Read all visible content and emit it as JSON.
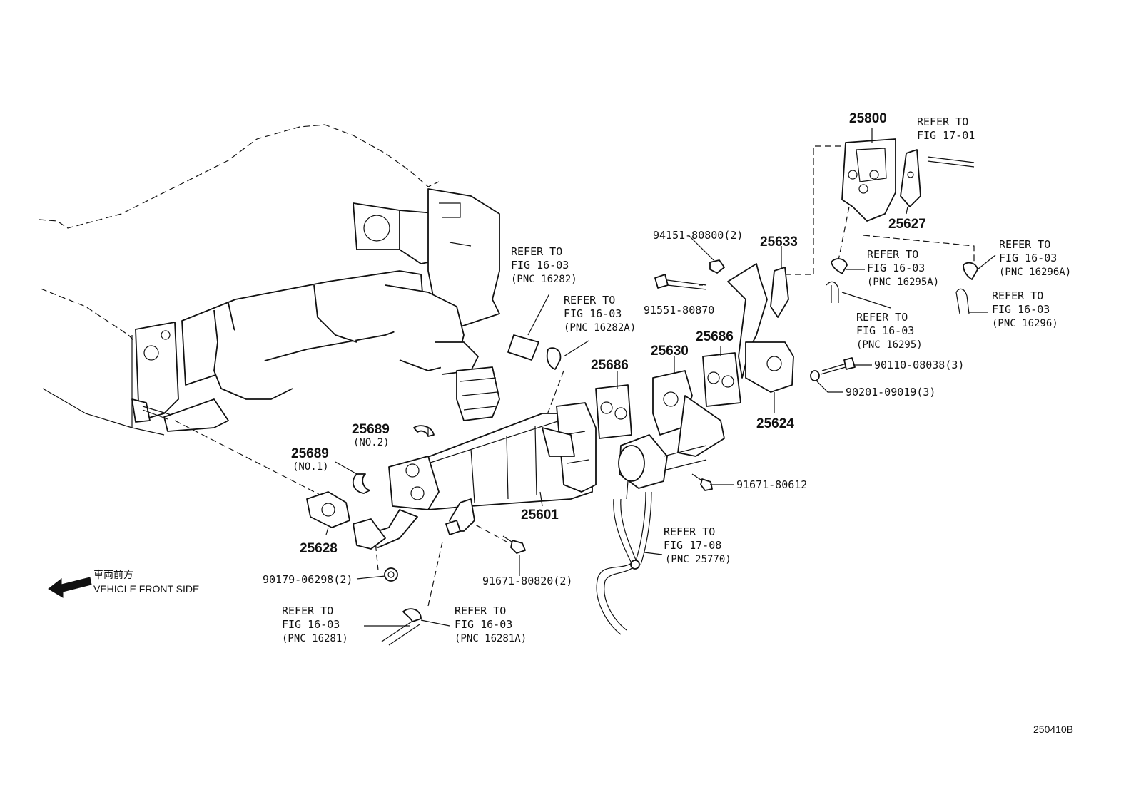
{
  "diagram": {
    "figure_code": "250410B",
    "direction": {
      "japanese": "車両前方",
      "english": "VEHICLE FRONT SIDE",
      "icon": "arrow-left-icon"
    },
    "callouts": [
      {
        "id": "c25800",
        "text": "25800"
      },
      {
        "id": "c25627",
        "text": "25627"
      },
      {
        "id": "c25633",
        "text": "25633"
      },
      {
        "id": "c25686a",
        "text": "25686"
      },
      {
        "id": "c25686b",
        "text": "25686"
      },
      {
        "id": "c25630",
        "text": "25630"
      },
      {
        "id": "c25624",
        "text": "25624"
      },
      {
        "id": "c25689a",
        "text": "25689"
      },
      {
        "id": "c25689a_sub",
        "text": "(NO.2)"
      },
      {
        "id": "c25689b",
        "text": "25689"
      },
      {
        "id": "c25689b_sub",
        "text": "(NO.1)"
      },
      {
        "id": "c25601",
        "text": "25601"
      },
      {
        "id": "c25628",
        "text": "25628"
      },
      {
        "id": "c94151",
        "text": "94151-80800(2)"
      },
      {
        "id": "c91551",
        "text": "91551-80870"
      },
      {
        "id": "c90110",
        "text": "90110-08038(3)"
      },
      {
        "id": "c90201",
        "text": "90201-09019(3)"
      },
      {
        "id": "c91671a",
        "text": "91671-80612"
      },
      {
        "id": "c91671b",
        "text": "91671-80820(2)"
      },
      {
        "id": "c90179",
        "text": "90179-06298(2)"
      }
    ],
    "references": [
      {
        "id": "r1701",
        "lines": [
          "REFER TO",
          "FIG 17-01"
        ]
      },
      {
        "id": "r16282",
        "lines": [
          "REFER TO",
          "FIG 16-03",
          "(PNC 16282)"
        ]
      },
      {
        "id": "r16282a",
        "lines": [
          "REFER TO",
          "FIG 16-03",
          "(PNC 16282A)"
        ]
      },
      {
        "id": "r16295a",
        "lines": [
          "REFER TO",
          "FIG 16-03",
          "(PNC 16295A)"
        ]
      },
      {
        "id": "r16296a",
        "lines": [
          "REFER TO",
          "FIG 16-03",
          "(PNC 16296A)"
        ]
      },
      {
        "id": "r16296",
        "lines": [
          "REFER TO",
          "FIG 16-03",
          "(PNC 16296)"
        ]
      },
      {
        "id": "r16295",
        "lines": [
          "REFER TO",
          "FIG 16-03",
          "(PNC 16295)"
        ]
      },
      {
        "id": "r25770",
        "lines": [
          "REFER TO",
          "FIG 17-08",
          "(PNC 25770)"
        ]
      },
      {
        "id": "r16281",
        "lines": [
          "REFER TO",
          "FIG 16-03",
          "(PNC 16281)"
        ]
      },
      {
        "id": "r16281a",
        "lines": [
          "REFER TO",
          "FIG 16-03",
          "(PNC 16281A)"
        ]
      }
    ]
  }
}
